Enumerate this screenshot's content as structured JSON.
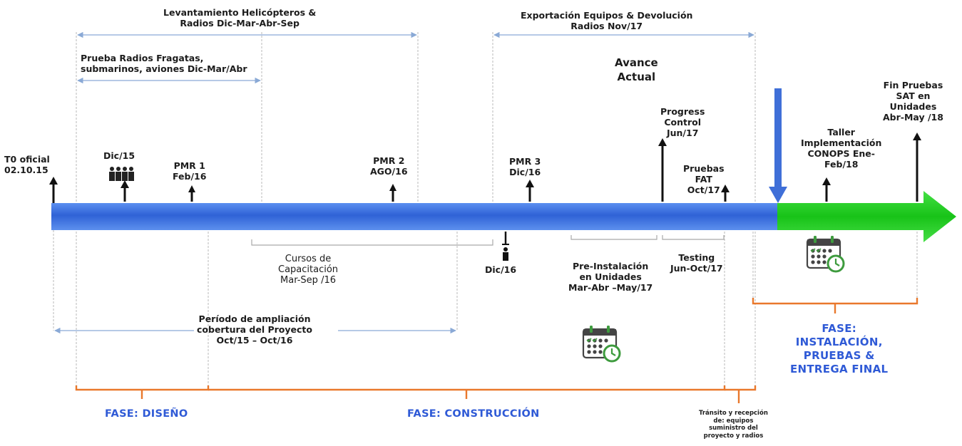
{
  "top_spans": {
    "helicopters": [
      "Levantamiento Helicópteros &",
      "Radios Dic-Mar-Abr-Sep"
    ],
    "radios_test": [
      "Prueba Radios Fragatas,",
      "submarinos, aviones Dic-Mar/Abr"
    ],
    "export": [
      "Exportación Equipos & Devolución",
      "Radios Nov/17"
    ]
  },
  "current_progress": [
    "Avance",
    "Actual"
  ],
  "milestones_above": {
    "t0": [
      "T0 oficial",
      "02.10.15"
    ],
    "dic15": [
      "Dic/15"
    ],
    "pmr1": [
      "PMR 1",
      "Feb/16"
    ],
    "pmr2": [
      "PMR 2",
      "AGO/16"
    ],
    "pmr3": [
      "PMR 3",
      "Dic/16"
    ],
    "progress_control": [
      "Progress",
      "Control",
      "Jun/17"
    ],
    "fat": [
      "Pruebas",
      "FAT",
      "Oct/17"
    ],
    "taller": [
      "Taller",
      "Implementación",
      "CONOPS Ene-",
      "Feb/18"
    ],
    "sat": [
      "Fin Pruebas",
      "SAT en",
      "Unidades",
      "Abr-May /18"
    ]
  },
  "milestones_below": {
    "dic16": [
      "Dic/16"
    ],
    "cursos": [
      "Cursos de",
      "Capacitación",
      "Mar-Sep /16"
    ],
    "preinst": [
      "Pre-Instalación",
      "en Unidades",
      "Mar-Abr –May/17"
    ],
    "testing": [
      "Testing",
      "Jun-Oct/17"
    ],
    "ampliacion": [
      "Período de ampliación",
      "cobertura del Proyecto",
      "Oct/15 – Oct/16"
    ]
  },
  "phases": {
    "diseno": "FASE: DISEÑO",
    "construccion": "FASE: CONSTRUCCIÓN",
    "instalacion": [
      "FASE:",
      "INSTALACIÓN,",
      "PRUEBAS &",
      "ENTREGA FINAL"
    ],
    "transito": [
      "Tránsito y recepción",
      "de: equipos",
      "suministro del",
      "proyecto y radios"
    ]
  },
  "icons": {
    "team": "team-people-icon",
    "calendar": "calendar-clock-icon"
  },
  "colors": {
    "timeline_blue": "#3f6fd8",
    "timeline_green": "#2ecc2e",
    "phase_brace": "#e9782c",
    "span_arrow": "#8aa9d6",
    "phase_text": "#2f5ad6",
    "current_marker": "#3f6fd8"
  }
}
